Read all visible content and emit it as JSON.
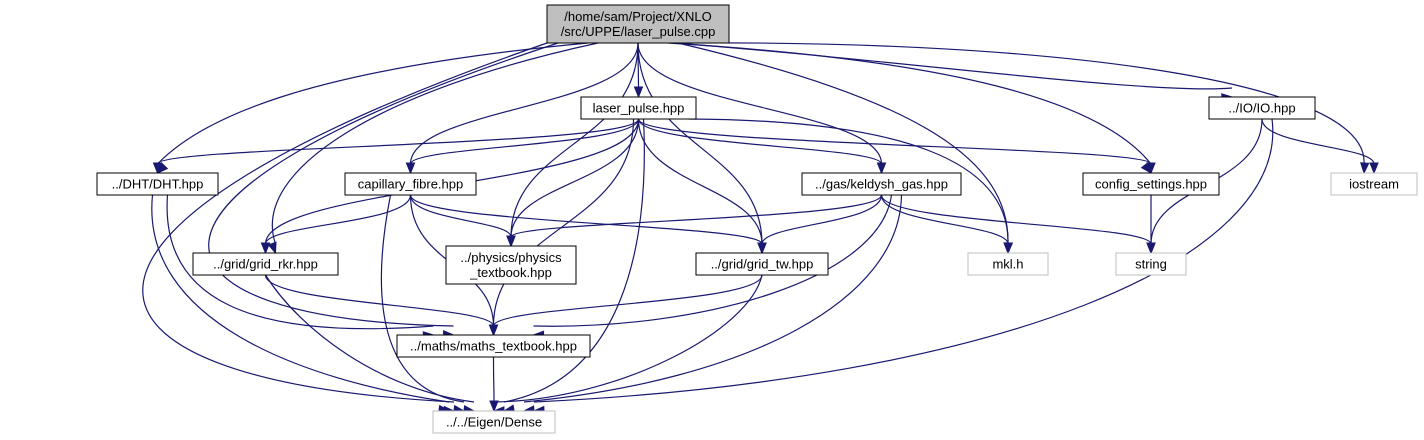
{
  "colors": {
    "edge": "#191970",
    "root_fill": "#bfbfbf",
    "node_border": "#000000",
    "external_border": "#bfbfbf",
    "text": "#000000"
  },
  "nodes": {
    "root": {
      "lines": [
        "/home/sam/Project/XNLO",
        "/src/UPPE/laser_pulse.cpp"
      ],
      "kind": "root"
    },
    "laser_pulse_hpp": {
      "lines": [
        "laser_pulse.hpp"
      ],
      "kind": "file"
    },
    "io_hpp": {
      "lines": [
        "../IO/IO.hpp"
      ],
      "kind": "file"
    },
    "dht_hpp": {
      "lines": [
        "../DHT/DHT.hpp"
      ],
      "kind": "file"
    },
    "capillary_fibre_hpp": {
      "lines": [
        "capillary_fibre.hpp"
      ],
      "kind": "file"
    },
    "keldysh_gas_hpp": {
      "lines": [
        "../gas/keldysh_gas.hpp"
      ],
      "kind": "file"
    },
    "config_settings_hpp": {
      "lines": [
        "config_settings.hpp"
      ],
      "kind": "file"
    },
    "iostream": {
      "lines": [
        "iostream"
      ],
      "kind": "external"
    },
    "grid_rkr_hpp": {
      "lines": [
        "../grid/grid_rkr.hpp"
      ],
      "kind": "file"
    },
    "physics_textbook_hpp": {
      "lines": [
        "../physics/physics",
        "_textbook.hpp"
      ],
      "kind": "file"
    },
    "grid_tw_hpp": {
      "lines": [
        "../grid/grid_tw.hpp"
      ],
      "kind": "file"
    },
    "mkl_h": {
      "lines": [
        "mkl.h"
      ],
      "kind": "external"
    },
    "string": {
      "lines": [
        "string"
      ],
      "kind": "external"
    },
    "maths_textbook_hpp": {
      "lines": [
        "../maths/maths_textbook.hpp"
      ],
      "kind": "file"
    },
    "eigen_dense": {
      "lines": [
        "../../Eigen/Dense"
      ],
      "kind": "external"
    }
  },
  "edges": [
    [
      "root",
      "laser_pulse_hpp"
    ],
    [
      "root",
      "io_hpp"
    ],
    [
      "root",
      "iostream"
    ],
    [
      "root",
      "dht_hpp"
    ],
    [
      "root",
      "capillary_fibre_hpp"
    ],
    [
      "root",
      "keldysh_gas_hpp"
    ],
    [
      "root",
      "config_settings_hpp"
    ],
    [
      "root",
      "grid_rkr_hpp"
    ],
    [
      "root",
      "physics_textbook_hpp"
    ],
    [
      "root",
      "grid_tw_hpp"
    ],
    [
      "root",
      "mkl_h"
    ],
    [
      "root",
      "maths_textbook_hpp"
    ],
    [
      "root",
      "eigen_dense"
    ],
    [
      "laser_pulse_hpp",
      "dht_hpp"
    ],
    [
      "laser_pulse_hpp",
      "capillary_fibre_hpp"
    ],
    [
      "laser_pulse_hpp",
      "keldysh_gas_hpp"
    ],
    [
      "laser_pulse_hpp",
      "config_settings_hpp"
    ],
    [
      "laser_pulse_hpp",
      "grid_rkr_hpp"
    ],
    [
      "laser_pulse_hpp",
      "physics_textbook_hpp"
    ],
    [
      "laser_pulse_hpp",
      "grid_tw_hpp"
    ],
    [
      "laser_pulse_hpp",
      "mkl_h"
    ],
    [
      "laser_pulse_hpp",
      "maths_textbook_hpp"
    ],
    [
      "laser_pulse_hpp",
      "eigen_dense"
    ],
    [
      "io_hpp",
      "iostream"
    ],
    [
      "io_hpp",
      "string"
    ],
    [
      "io_hpp",
      "eigen_dense"
    ],
    [
      "dht_hpp",
      "maths_textbook_hpp"
    ],
    [
      "dht_hpp",
      "eigen_dense"
    ],
    [
      "capillary_fibre_hpp",
      "grid_rkr_hpp"
    ],
    [
      "capillary_fibre_hpp",
      "physics_textbook_hpp"
    ],
    [
      "capillary_fibre_hpp",
      "grid_tw_hpp"
    ],
    [
      "capillary_fibre_hpp",
      "maths_textbook_hpp"
    ],
    [
      "capillary_fibre_hpp",
      "eigen_dense"
    ],
    [
      "keldysh_gas_hpp",
      "physics_textbook_hpp"
    ],
    [
      "keldysh_gas_hpp",
      "grid_tw_hpp"
    ],
    [
      "keldysh_gas_hpp",
      "mkl_h"
    ],
    [
      "keldysh_gas_hpp",
      "string"
    ],
    [
      "keldysh_gas_hpp",
      "maths_textbook_hpp"
    ],
    [
      "keldysh_gas_hpp",
      "eigen_dense"
    ],
    [
      "config_settings_hpp",
      "string"
    ],
    [
      "grid_rkr_hpp",
      "maths_textbook_hpp"
    ],
    [
      "grid_rkr_hpp",
      "eigen_dense"
    ],
    [
      "grid_tw_hpp",
      "maths_textbook_hpp"
    ],
    [
      "grid_tw_hpp",
      "eigen_dense"
    ],
    [
      "maths_textbook_hpp",
      "eigen_dense"
    ]
  ]
}
